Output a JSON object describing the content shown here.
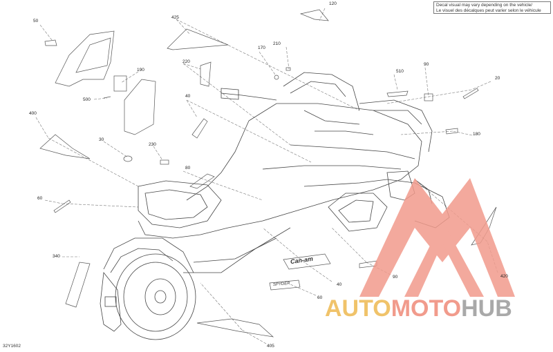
{
  "note": {
    "line1": "Decal visual may vary depending on the vehicle/",
    "line2": "Le visuel des décalques peut varier selon le véhicule"
  },
  "diagram_code": "32Y1602",
  "decals": {
    "brand_side": "Can-am",
    "model_side": "SPYDER"
  },
  "callouts": [
    "120",
    "425",
    "50",
    "170",
    "210",
    "220",
    "190",
    "510",
    "90",
    "20",
    "500",
    "40",
    "400",
    "30",
    "230",
    "180",
    "80",
    "60",
    "340",
    "40",
    "90",
    "420",
    "60",
    "405"
  ],
  "watermark": {
    "part1": "AUTO",
    "part2": "MOTO",
    "part3": "HUB"
  },
  "colors": {
    "watermark_gold": "#f0c36a",
    "watermark_red": "#f19b8c",
    "watermark_grey": "#a9a9a9",
    "line": "#444444"
  }
}
